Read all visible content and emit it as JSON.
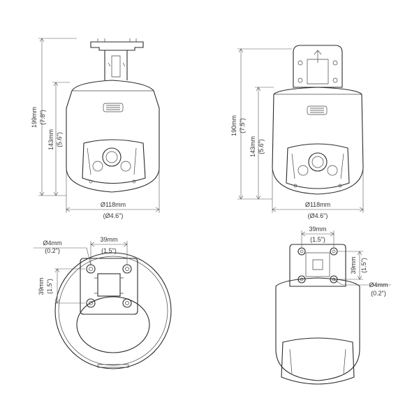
{
  "front_view": {
    "height_total": "199mm",
    "height_total_in": "(7.8\")",
    "height_body": "143mm",
    "height_body_in": "(5.6\")",
    "width": "Ø118mm",
    "width_in": "(Ø4.6\")"
  },
  "side_view": {
    "height_total": "190mm",
    "height_total_in": "(7.5\")",
    "height_body": "143mm",
    "height_body_in": "(5.6\")",
    "width": "Ø118mm",
    "width_in": "(Ø4.6\")"
  },
  "top_view": {
    "hole": "Ø4mm",
    "hole_in": "(0.2\")",
    "spacing_x": "39mm",
    "spacing_x_in": "(1.5\")",
    "spacing_y": "39mm",
    "spacing_y_in": "(1.5\")"
  },
  "back_view": {
    "spacing_x": "39mm",
    "spacing_x_in": "(1.5\")",
    "spacing_y": "39mm",
    "spacing_y_in": "(1.5\")",
    "hole": "Ø4mm",
    "hole_in": "(0.2\")"
  }
}
